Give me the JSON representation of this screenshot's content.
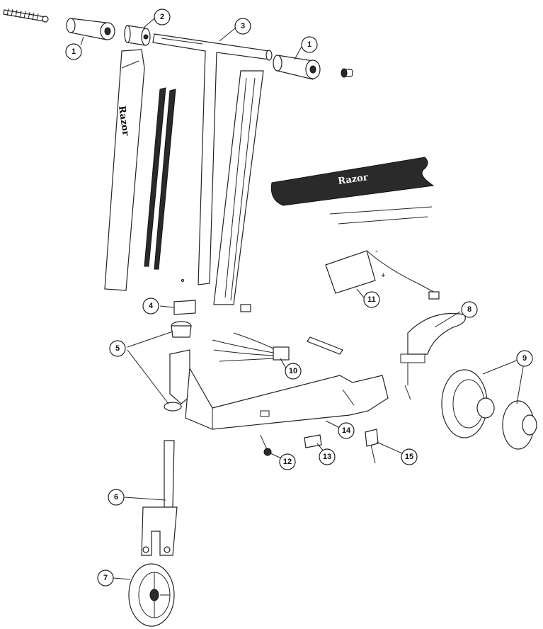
{
  "brand": "Razor",
  "callouts": {
    "c1a": "1",
    "c1b": "1",
    "c2": "2",
    "c3": "3",
    "c4": "4",
    "c5": "5",
    "c6": "6",
    "c7": "7",
    "c8": "8",
    "c9": "9",
    "c10": "10",
    "c11": "11",
    "c12": "12",
    "c13": "13",
    "c14": "14",
    "c15": "15"
  },
  "battery": {
    "minus": "-",
    "plus": "+"
  }
}
